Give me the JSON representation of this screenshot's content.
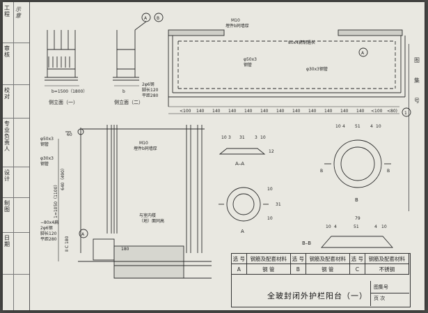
{
  "sidebar": {
    "cells": [
      {
        "label": "工程",
        "value": "示意"
      },
      {
        "label": "审核",
        "value": ""
      },
      {
        "label": "校对",
        "value": ""
      },
      {
        "label": "专业负责人",
        "value": ""
      },
      {
        "label": "设计",
        "value": ""
      },
      {
        "label": "制图",
        "value": ""
      },
      {
        "label": "日期",
        "value": ""
      }
    ]
  },
  "right_tab": [
    "图",
    "集",
    "号"
  ],
  "drawings": {
    "side_view_1": {
      "label": "侧立面（一）",
      "dim": "b=1500（1800）"
    },
    "side_view_2": {
      "label": "侧立面（二）",
      "dim": "b",
      "note1": "2φ6钢",
      "note2": "脚长120",
      "note3": "平距280"
    },
    "plan": {
      "wall_note": "M10",
      "wall_note2": "埋件b同墙厚",
      "steel_note": "80x4扁钢通长",
      "pipe_note1": "φ50x3",
      "pipe_note2": "钢管",
      "pipe_note3": "φ30x3钢管",
      "callout_a": "A",
      "callout_b": "B",
      "circle_1": "1",
      "dims": [
        "<100",
        "140",
        "140",
        "140",
        "140",
        "140",
        "140",
        "140",
        "140",
        "140",
        "140",
        "140",
        "<100",
        "<80)"
      ]
    },
    "section": {
      "note_pipe": "φ50x3",
      "note_pipe2": "钢管",
      "note_pipe3": "φ30x3",
      "note_pipe4": "钢管",
      "h1": "60",
      "h2": "640（490）",
      "h3": "1=1050（1100）",
      "h4": "Ⅱ C 180",
      "m10": "M10",
      "m10b": "埋件b同墙厚",
      "flat": "−80x4扁",
      "flat2": "2φ6钢",
      "flat3": "脚长120",
      "flat4": "平距280",
      "floor_note": "与室内楼",
      "floor_note2": "（地）面同高",
      "d180": "180",
      "callout_a": "A"
    },
    "detail_aa": {
      "label": "A–A",
      "dims": [
        "10",
        "3",
        "31",
        "3",
        "10"
      ],
      "h": "12"
    },
    "detail_a": {
      "label": "A",
      "dims": [
        "10",
        "31",
        "10"
      ]
    },
    "detail_b": {
      "label": "B",
      "dims": [
        "10",
        "4",
        "51",
        "4",
        "10"
      ],
      "bb": "B"
    },
    "detail_bb": {
      "label": "B–B",
      "dims": [
        "10",
        "4",
        "51",
        "4",
        "10"
      ],
      "top": "79"
    }
  },
  "materials_table": {
    "headers": [
      "选 号",
      "钢筋及配套材料",
      "选 号",
      "钢筋及配套材料",
      "选 号",
      "钢筋及配套材料"
    ],
    "row": [
      "A",
      "钢 管",
      "B",
      "钢 管",
      "C",
      "不锈钢"
    ]
  },
  "title": "全玻封闭外护栏阳台（一）",
  "meta": {
    "atlas_label": "图集号",
    "page_label": "页 次"
  }
}
